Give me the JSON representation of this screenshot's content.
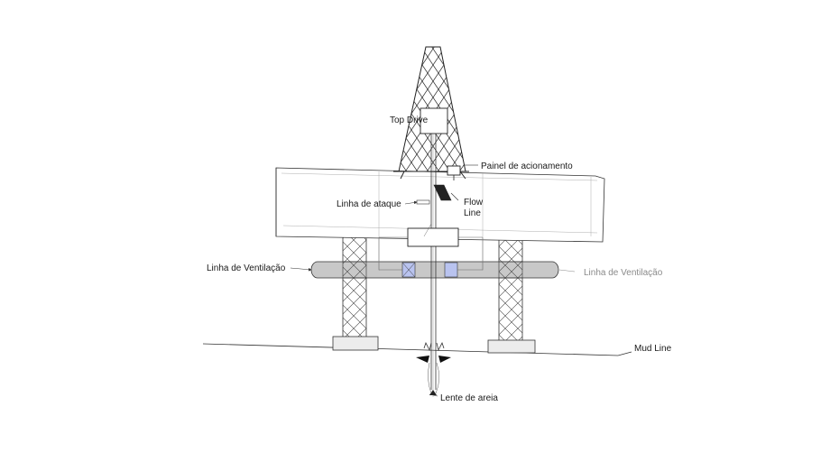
{
  "labels": {
    "top_drive": "Top Drive",
    "painel": "Painel de acionamento",
    "flow_line_1": "Flow",
    "flow_line_2": "Line",
    "linha_ataque": "Linha de ataque",
    "linha_vent_left": "Linha de Ventilação",
    "linha_vent_right": "Linha de Ventilação",
    "mud_line": "Mud Line",
    "lente": "Lente de areia"
  },
  "colors": {
    "line": "#333333",
    "valve_fill": "#b9c3ef",
    "pipe_fill": "#c8c8c8",
    "gray_label": "#8a8a8a"
  }
}
